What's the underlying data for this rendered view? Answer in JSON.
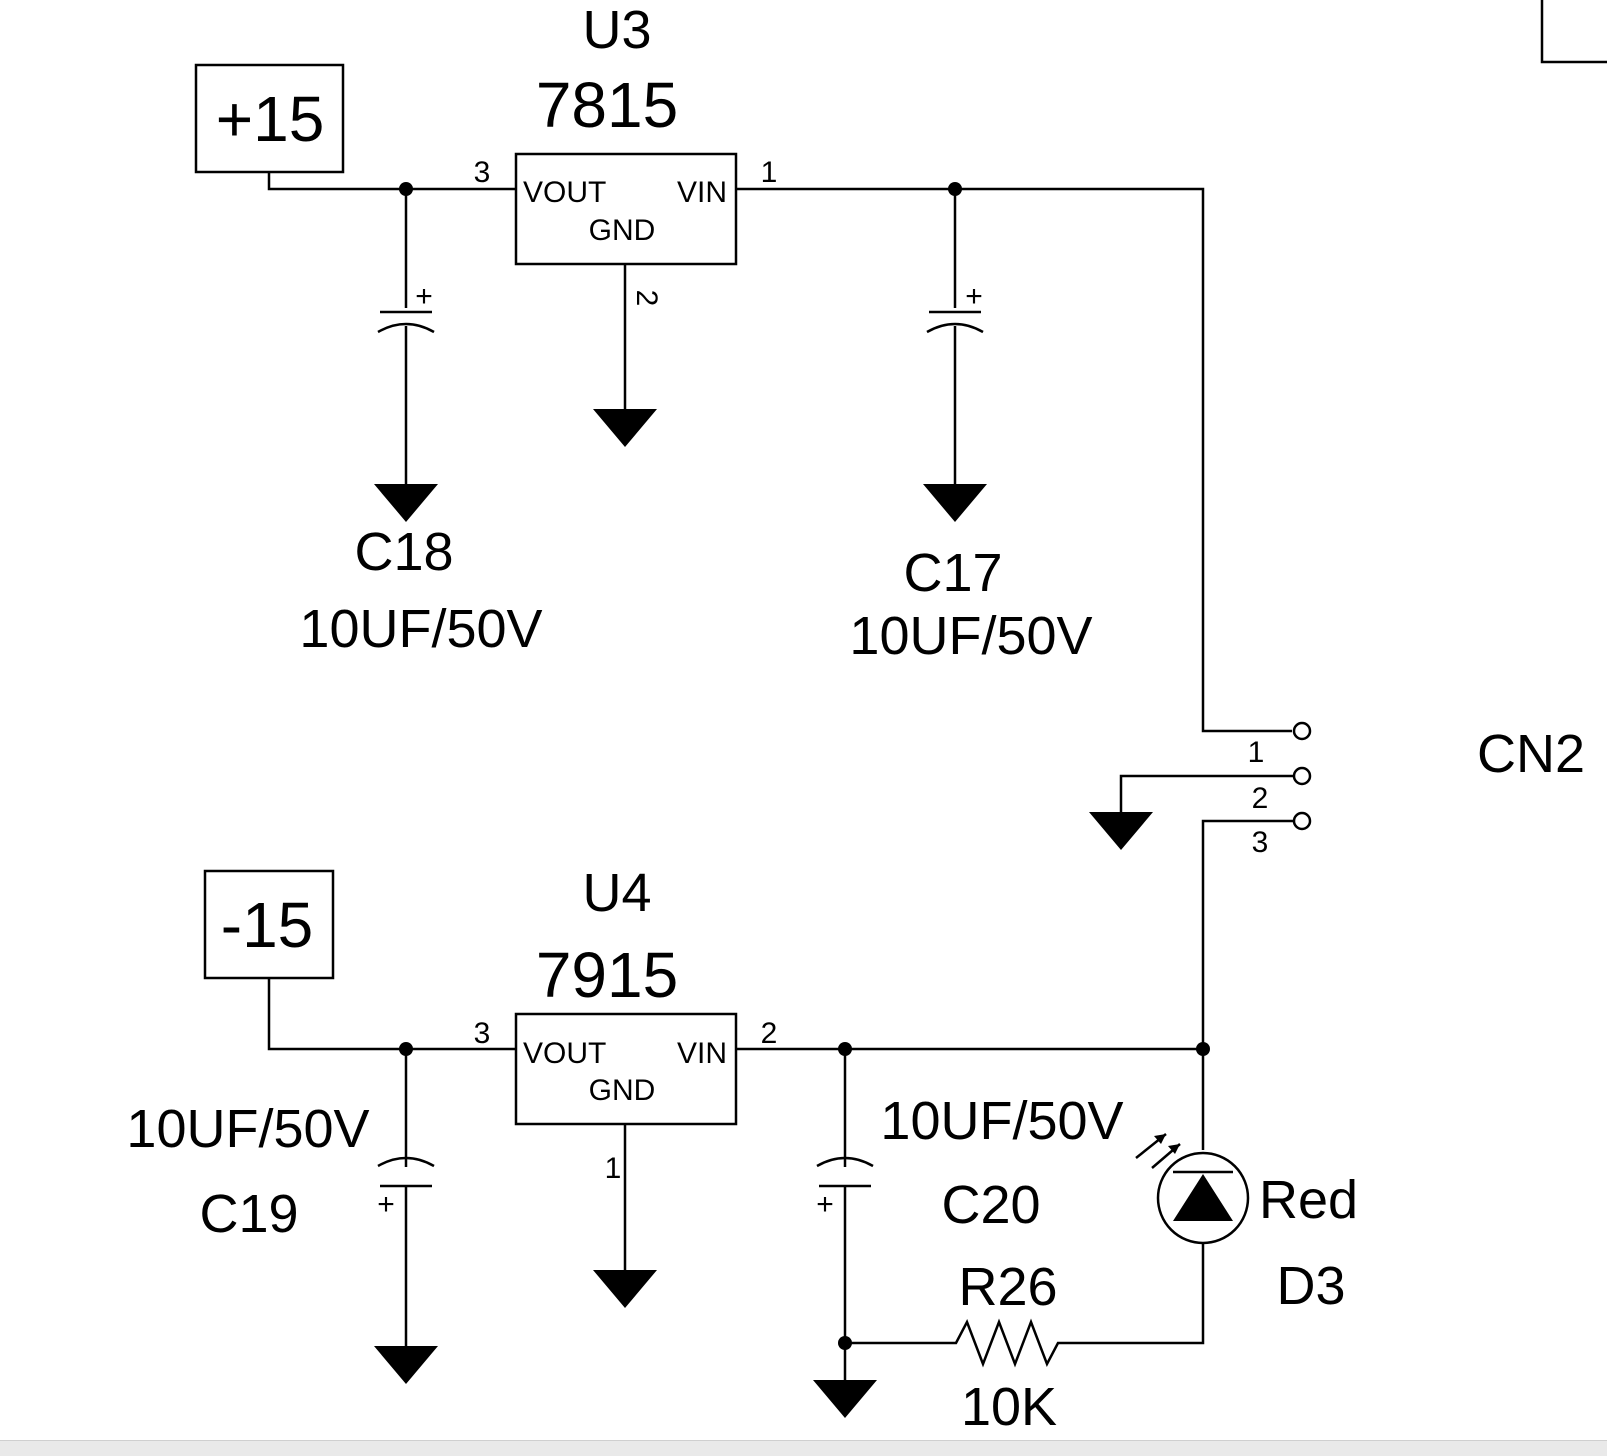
{
  "ports": {
    "pos": "+15",
    "neg": "-15"
  },
  "regulators": {
    "u3": {
      "ref": "U3",
      "part": "7815",
      "pin_out": "VOUT",
      "pin_in": "VIN",
      "pin_gnd": "GND",
      "num_out": "3",
      "num_in": "1",
      "num_gnd": "2"
    },
    "u4": {
      "ref": "U4",
      "part": "7915",
      "pin_out": "VOUT",
      "pin_in": "VIN",
      "pin_gnd": "GND",
      "num_out": "3",
      "num_in": "2",
      "num_gnd": "1"
    }
  },
  "capacitors": {
    "c18": {
      "ref": "C18",
      "value": "10UF/50V"
    },
    "c17": {
      "ref": "C17",
      "value": "10UF/50V"
    },
    "c19": {
      "ref": "C19",
      "value": "10UF/50V"
    },
    "c20": {
      "ref": "C20",
      "value": "10UF/50V"
    },
    "plus": "+"
  },
  "connector": {
    "ref": "CN2",
    "pins": [
      "1",
      "2",
      "3"
    ]
  },
  "resistor": {
    "ref": "R26",
    "value": "10K"
  },
  "led": {
    "ref": "D3",
    "value": "Red"
  }
}
